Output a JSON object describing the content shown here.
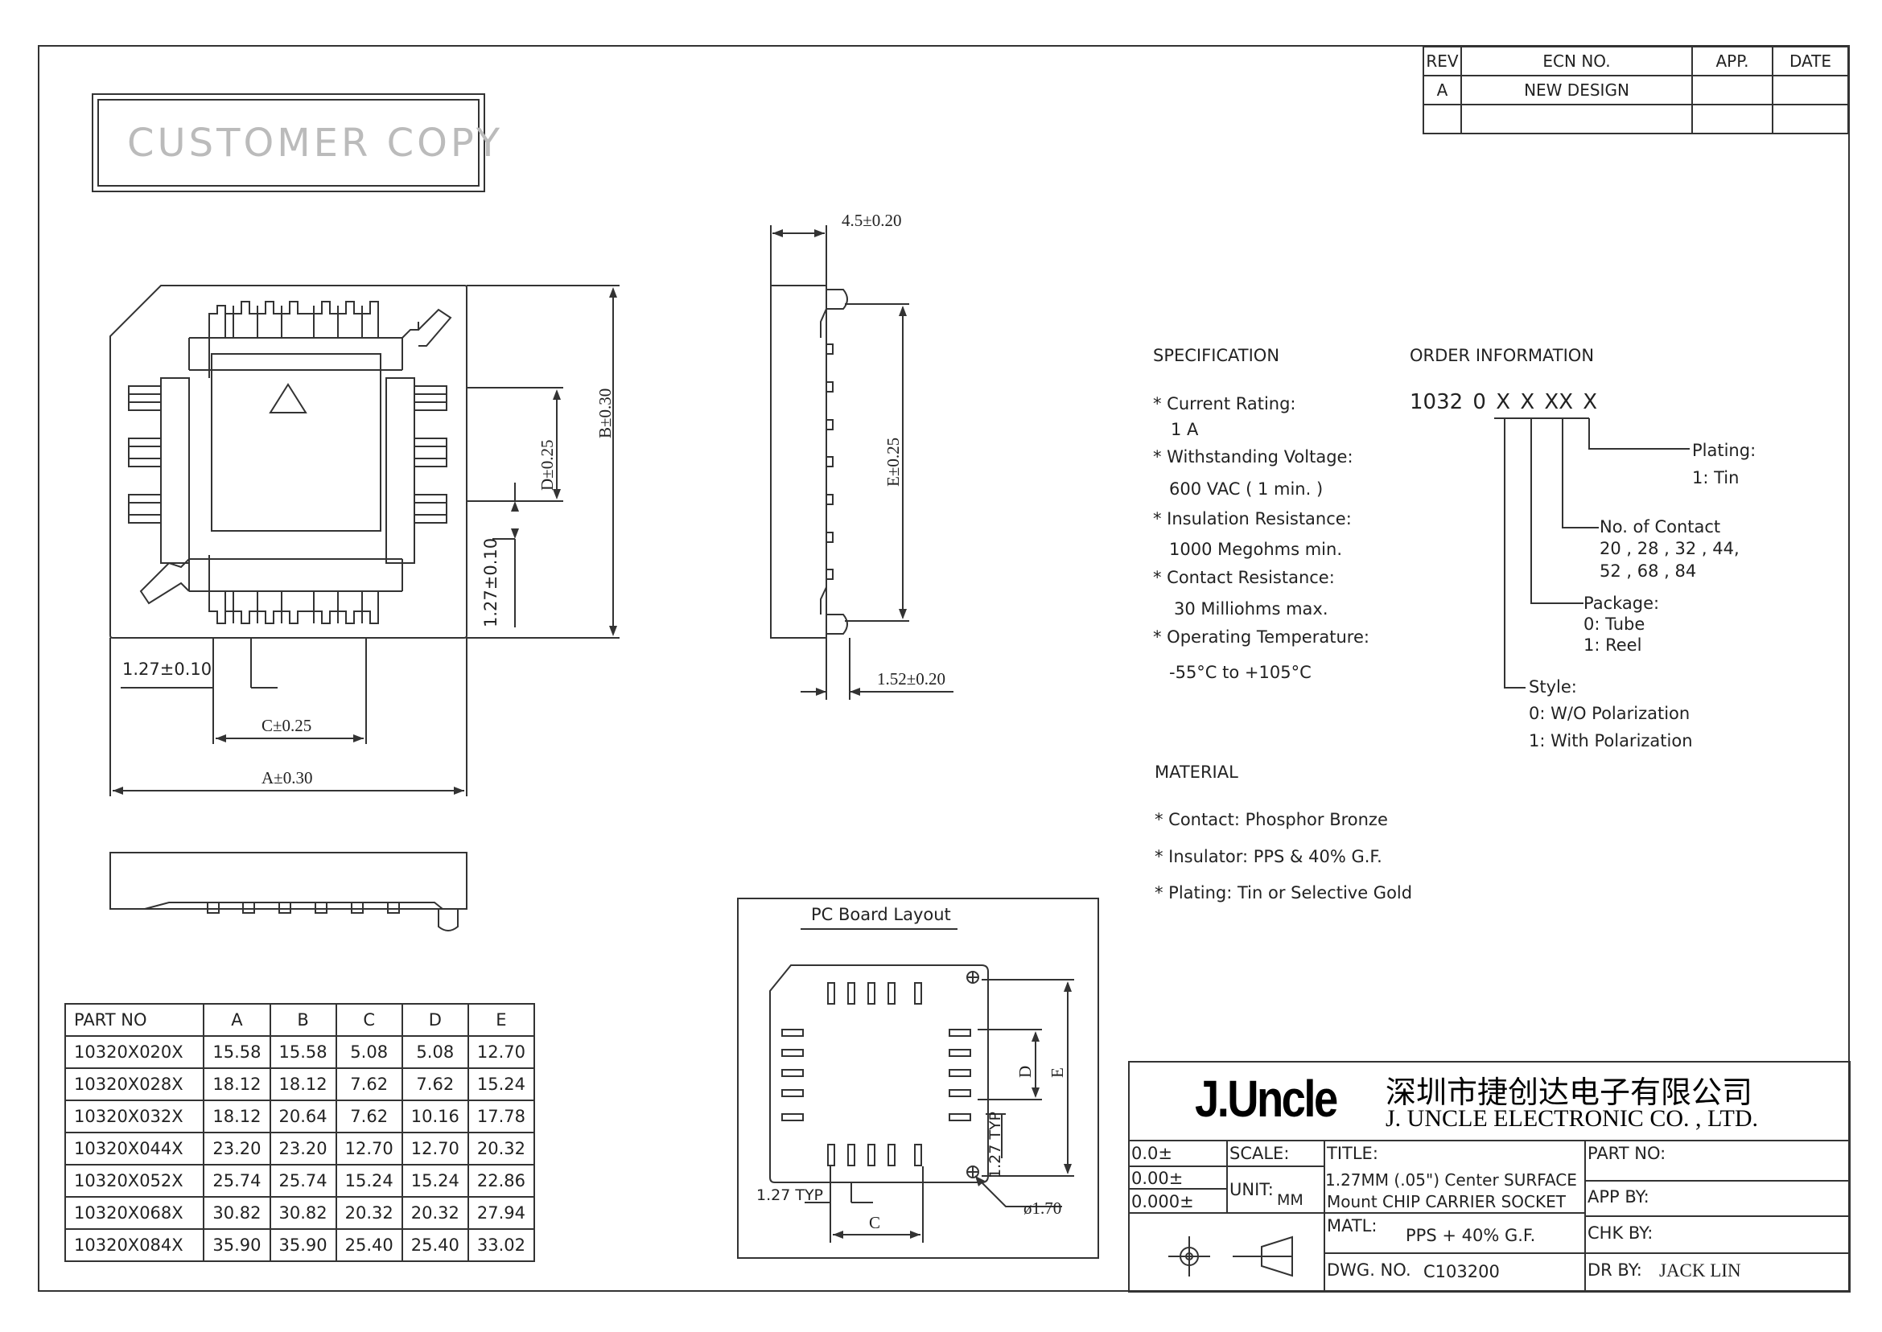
{
  "stamp": "CUSTOMER COPY",
  "rev_table": {
    "headers": [
      "REV",
      "ECN NO.",
      "APP.",
      "DATE"
    ],
    "rows": [
      [
        "A",
        "NEW DESIGN",
        "",
        ""
      ],
      [
        "",
        "",
        "",
        ""
      ]
    ]
  },
  "dims": {
    "top_width": "4.5±0.20",
    "b": "B±0.30",
    "d": "D±0.25",
    "e": "E±0.25",
    "pitch_v": "1.27±0.10",
    "pitch_h": "1.27±0.10",
    "c": "C±0.25",
    "a": "A±0.30",
    "standoff": "1.52±0.20"
  },
  "pcb": {
    "title": "PC Board Layout",
    "d": "D",
    "e": "E",
    "typ_v": "1.27 TYP",
    "typ_h": "1.27 TYP",
    "c": "C",
    "hole": "ø1.70"
  },
  "spec": {
    "heading": "SPECIFICATION",
    "items": [
      "* Current Rating:",
      "1 A",
      "* Withstanding Voltage:",
      "600 VAC ( 1 min. )",
      "* Insulation Resistance:",
      "1000 Megohms min.",
      "* Contact Resistance:",
      "30 Milliohms max.",
      "* Operating Temperature:",
      "-55°C to +105°C"
    ]
  },
  "material": {
    "heading": "MATERIAL",
    "items": [
      "* Contact: Phosphor Bronze",
      "* Insulator: PPS & 40% G.F.",
      "* Plating: Tin or Selective Gold"
    ]
  },
  "order": {
    "heading": "ORDER INFORMATION",
    "code": "1032 0 X X XX X",
    "plating": [
      "Plating:",
      "1: Tin"
    ],
    "contact": [
      "No. of Contact",
      "20 , 28 , 32 , 44,",
      "52 , 68 , 84"
    ],
    "package": [
      "Package:",
      "0: Tube",
      "1: Reel"
    ],
    "style": [
      "Style:",
      "0: W/O Polarization",
      "1: With Polarization"
    ]
  },
  "parts": {
    "headers": [
      "PART NO",
      "A",
      "B",
      "C",
      "D",
      "E"
    ],
    "rows": [
      [
        "10320X020X",
        "15.58",
        "15.58",
        "5.08",
        "5.08",
        "12.70"
      ],
      [
        "10320X028X",
        "18.12",
        "18.12",
        "7.62",
        "7.62",
        "15.24"
      ],
      [
        "10320X032X",
        "18.12",
        "20.64",
        "7.62",
        "10.16",
        "17.78"
      ],
      [
        "10320X044X",
        "23.20",
        "23.20",
        "12.70",
        "12.70",
        "20.32"
      ],
      [
        "10320X052X",
        "25.74",
        "25.74",
        "15.24",
        "15.24",
        "22.86"
      ],
      [
        "10320X068X",
        "30.82",
        "30.82",
        "20.32",
        "20.32",
        "27.94"
      ],
      [
        "10320X084X",
        "35.90",
        "35.90",
        "25.40",
        "25.40",
        "33.02"
      ]
    ]
  },
  "title_block": {
    "logo": "J.Uncle",
    "company_cn": "深圳市捷创达电子有限公司",
    "company_en": "J. UNCLE ELECTRONIC CO. , LTD.",
    "tol": [
      "0.0±",
      "0.00±",
      "0.000±"
    ],
    "scale_label": "SCALE:",
    "unit_label": "UNIT:",
    "unit_value": "MM",
    "title_label": "TITLE:",
    "title_line1": "1.27MM (.05\") Center SURFACE",
    "title_line2": "Mount CHIP CARRIER SOCKET",
    "matl_label": "MATL:",
    "matl_value": "PPS + 40% G.F.",
    "dwg_label": "DWG. NO.",
    "dwg_value": "C103200",
    "part_no_label": "PART NO:",
    "app_by_label": "APP BY:",
    "chk_by_label": "CHK BY:",
    "dr_by_label": "DR BY:",
    "dr_by_value": "JACK LIN"
  }
}
